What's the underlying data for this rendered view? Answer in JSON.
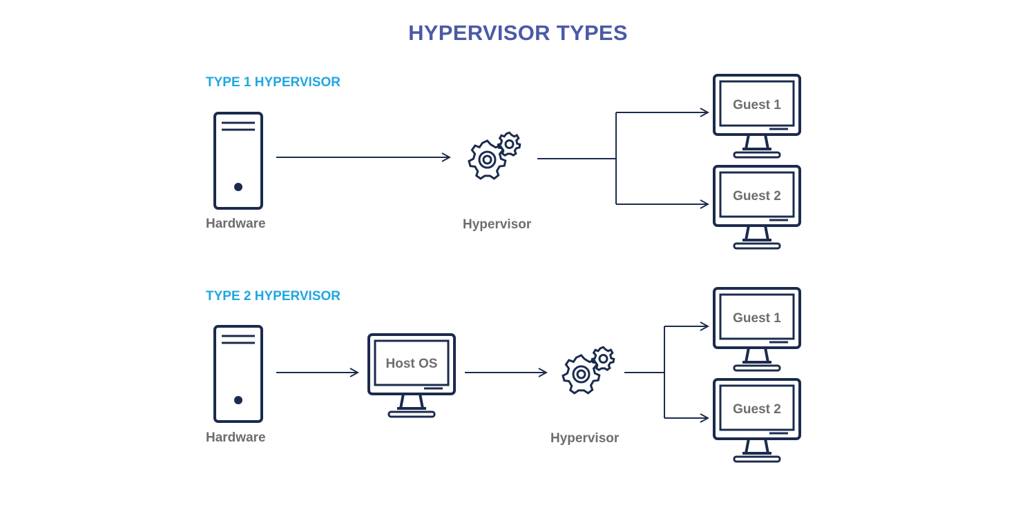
{
  "title": "HYPERVISOR TYPES",
  "colors": {
    "title": "#4a5ba5",
    "section": "#1ea7e1",
    "label": "#6d6d6d",
    "stroke": "#1b2b4d"
  },
  "type1": {
    "heading": "TYPE 1 HYPERVISOR",
    "hardware_label": "Hardware",
    "hypervisor_label": "Hypervisor",
    "guests": [
      "Guest 1",
      "Guest 2"
    ]
  },
  "type2": {
    "heading": "TYPE 2 HYPERVISOR",
    "hardware_label": "Hardware",
    "host_label": "Host OS",
    "hypervisor_label": "Hypervisor",
    "guests": [
      "Guest 1",
      "Guest 2"
    ]
  }
}
